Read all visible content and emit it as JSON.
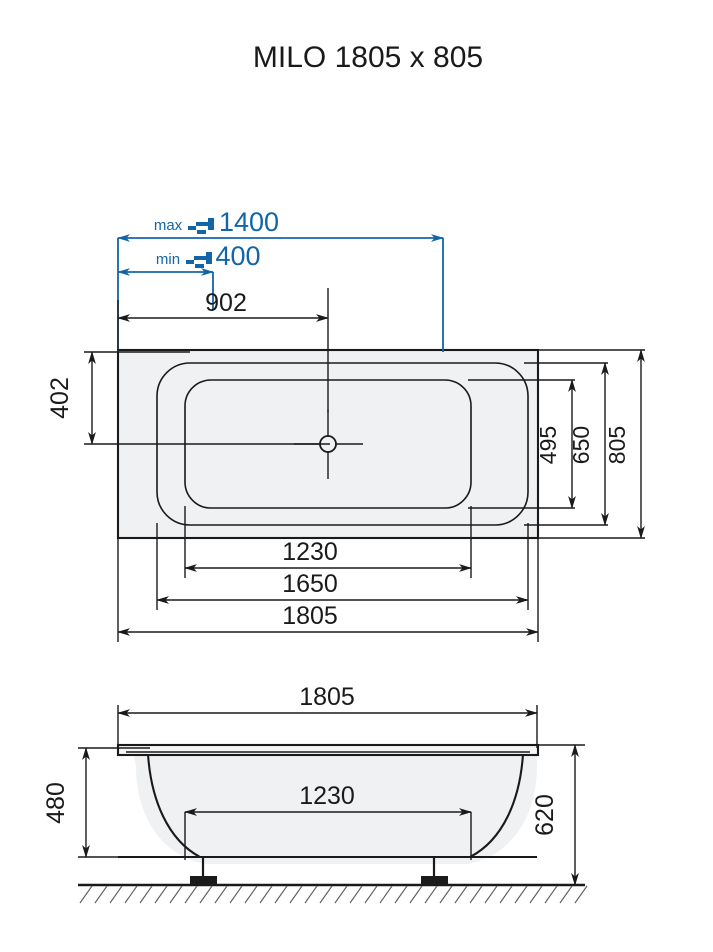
{
  "title": "MILO 1805 x 805",
  "product": {
    "name": "MILO",
    "length_mm": "1805",
    "width_mm": "805"
  },
  "top_view": {
    "name": "top-view",
    "tap_max": {
      "label": "max",
      "icon": "faucet-icon",
      "value": "1400",
      "color": "#1266a8"
    },
    "tap_min": {
      "label": "min",
      "icon": "faucet-icon",
      "value": "400",
      "color": "#1266a8"
    },
    "drain_offset": "902",
    "left_depth": "402",
    "inner_width": "495",
    "mid_width": "650",
    "overall_width": "805",
    "inner_length": "1230",
    "mid_length": "1650",
    "overall_length": "1805"
  },
  "front_view": {
    "name": "front-elevation-view",
    "overall_length": "1805",
    "base_length": "1230",
    "body_height": "480",
    "total_height": "620"
  },
  "colors": {
    "accent_blue": "#1266a8",
    "line_black": "#1a1a1a",
    "body_fill": "#eff1f3",
    "hatch": "#5a5a5a"
  }
}
